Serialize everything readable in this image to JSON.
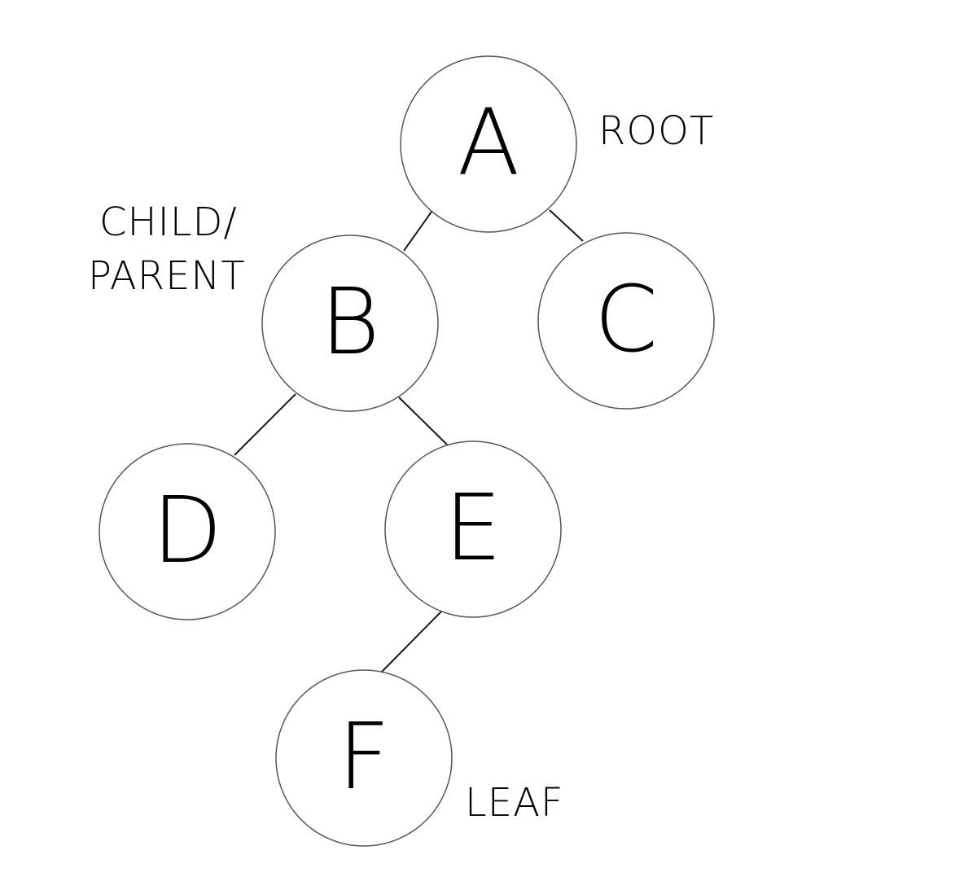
{
  "nodes": [
    {
      "id": "A",
      "label": "A"
    },
    {
      "id": "B",
      "label": "B"
    },
    {
      "id": "C",
      "label": "C"
    },
    {
      "id": "D",
      "label": "D"
    },
    {
      "id": "E",
      "label": "E"
    },
    {
      "id": "F",
      "label": "F"
    }
  ],
  "edges": [
    {
      "from": "A",
      "to": "B"
    },
    {
      "from": "A",
      "to": "C"
    },
    {
      "from": "B",
      "to": "D"
    },
    {
      "from": "B",
      "to": "E"
    },
    {
      "from": "E",
      "to": "F"
    }
  ],
  "labels": {
    "root": "ROOT",
    "child_parent_line1": "CHILD/",
    "child_parent_line2": "PARENT",
    "leaf": "LEAF"
  }
}
